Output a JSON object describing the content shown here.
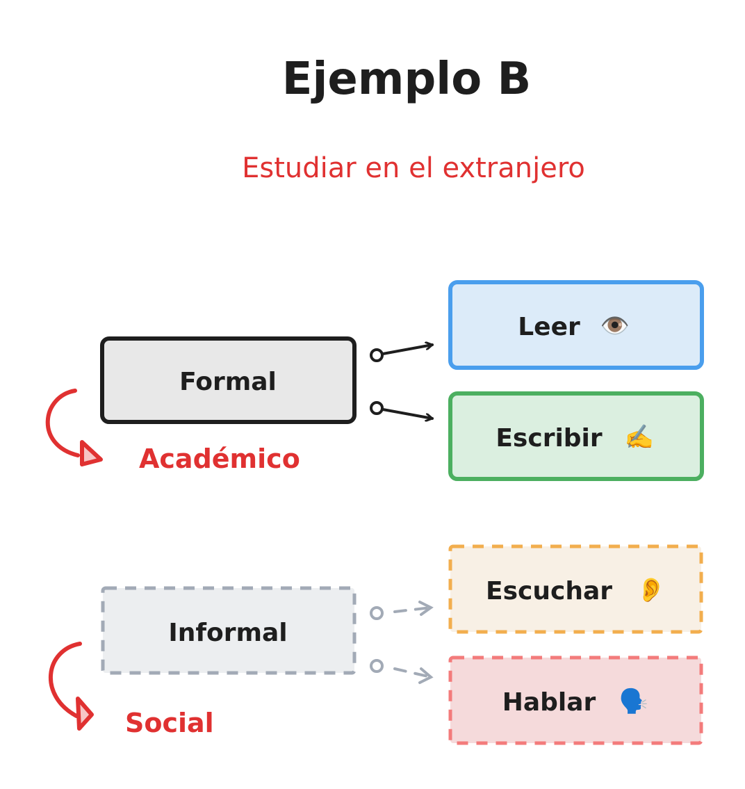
{
  "title": "Ejemplo B",
  "subtitle": "Estudiar en el extranjero",
  "formal": {
    "label": "Formal",
    "note": "Académico",
    "children": [
      {
        "label": "Leer",
        "emoji": "👁️",
        "icon": "eye-icon"
      },
      {
        "label": "Escribir",
        "emoji": "✍️",
        "icon": "writing-hand-icon"
      }
    ]
  },
  "informal": {
    "label": "Informal",
    "note": "Social",
    "children": [
      {
        "label": "Escuchar",
        "emoji": "👂",
        "icon": "ear-icon"
      },
      {
        "label": "Hablar",
        "emoji": "🗣️",
        "icon": "speaking-head-icon"
      }
    ]
  },
  "colors": {
    "accent_red": "#e03131",
    "dark": "#1e1e1e",
    "blue": "#4a9eed",
    "green": "#4caf60",
    "orange": "#f2ae4e",
    "pink": "#f37b7b",
    "gray": "#a2aab6"
  }
}
